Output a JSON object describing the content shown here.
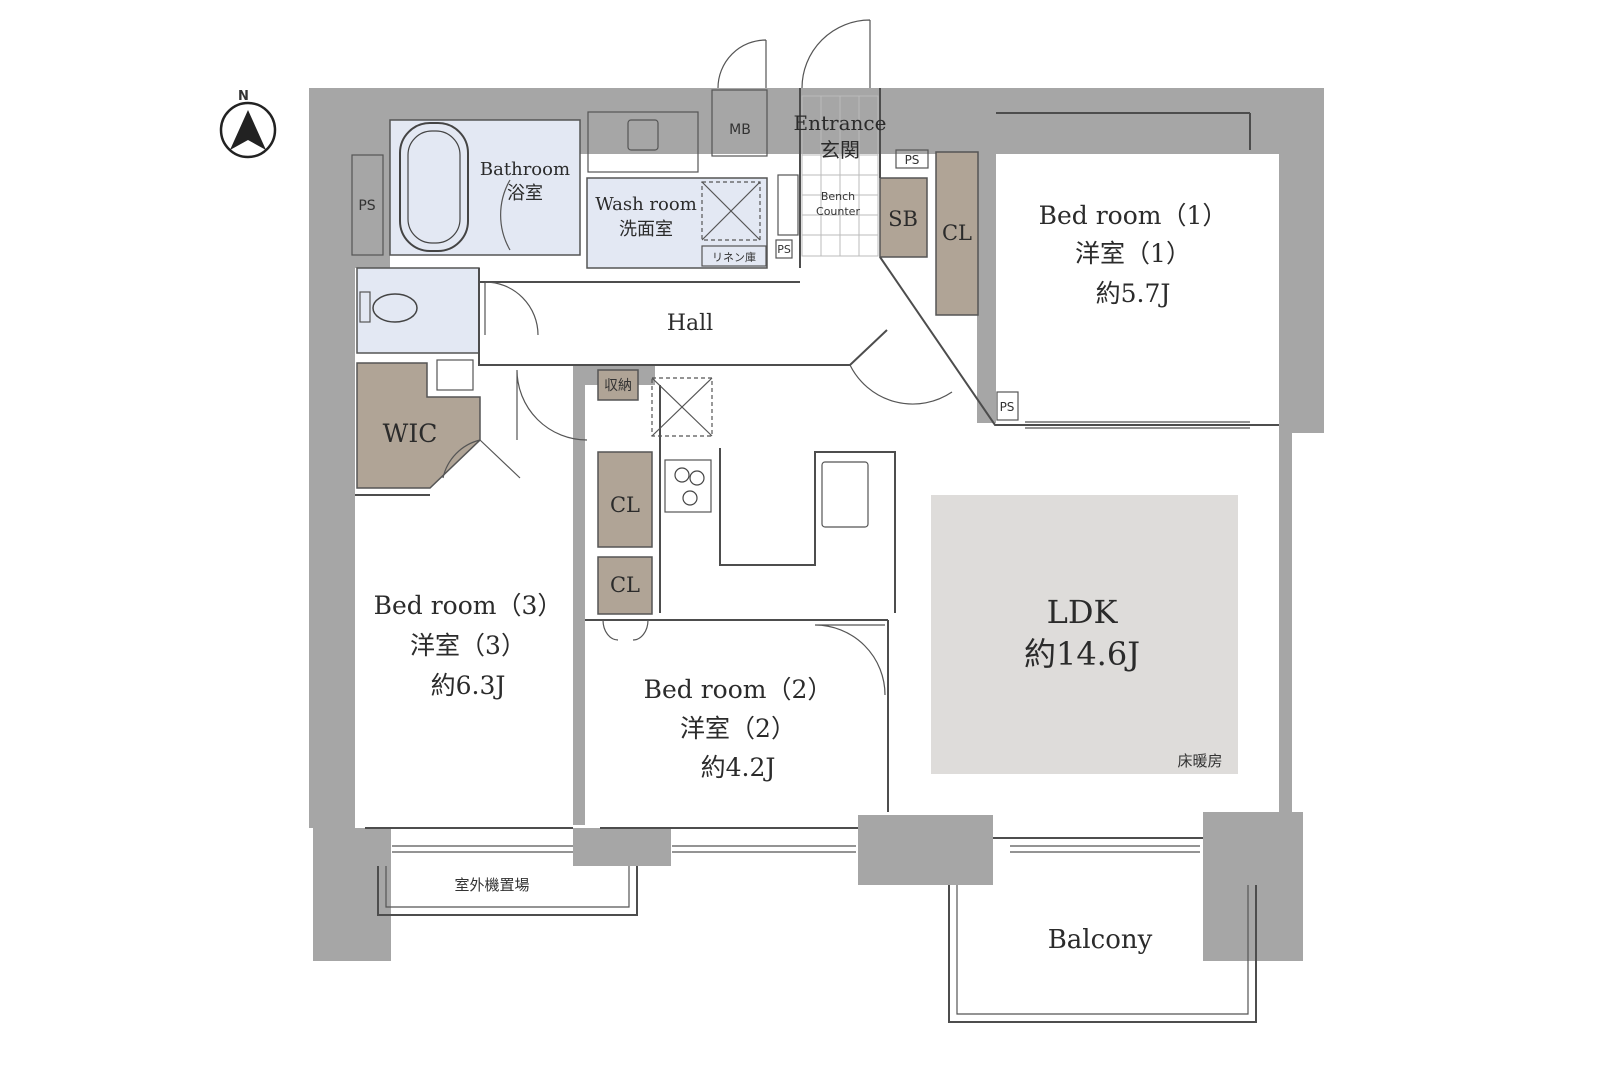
{
  "colors": {
    "wall": "#a6a6a6",
    "wet_area": "#e3e8f3",
    "storage": "#b0a496",
    "ldk_floor": "#dedcda",
    "background": "#ffffff",
    "line": "#4d4d4d"
  },
  "icons": {
    "compass": "north-arrow-icon"
  },
  "compass": {
    "label": "N"
  },
  "rooms": {
    "bedroom1": {
      "en": "Bed room（1）",
      "jp": "洋室（1）",
      "size": "約5.7J"
    },
    "bedroom2": {
      "en": "Bed room（2）",
      "jp": "洋室（2）",
      "size": "約4.2J"
    },
    "bedroom3": {
      "en": "Bed room（3）",
      "jp": "洋室（3）",
      "size": "約6.3J"
    },
    "ldk": {
      "en": "LDK",
      "size": "約14.6J",
      "note": "床暖房"
    },
    "bathroom": {
      "en": "Bathroom",
      "jp": "浴室"
    },
    "washroom": {
      "en": "Wash room",
      "jp": "洗面室",
      "linen": "リネン庫"
    },
    "entrance": {
      "en": "Entrance",
      "jp": "玄関"
    },
    "hall": {
      "en": "Hall"
    },
    "balcony": {
      "en": "Balcony"
    },
    "outdoor_unit": {
      "jp": "室外機置場"
    }
  },
  "storage": {
    "wic": "WIC",
    "cl": "CL",
    "sb": "SB",
    "mb": "MB",
    "ps": "PS",
    "shuno": "収納",
    "bench_counter_line1": "Bench",
    "bench_counter_line2": "Counter"
  }
}
